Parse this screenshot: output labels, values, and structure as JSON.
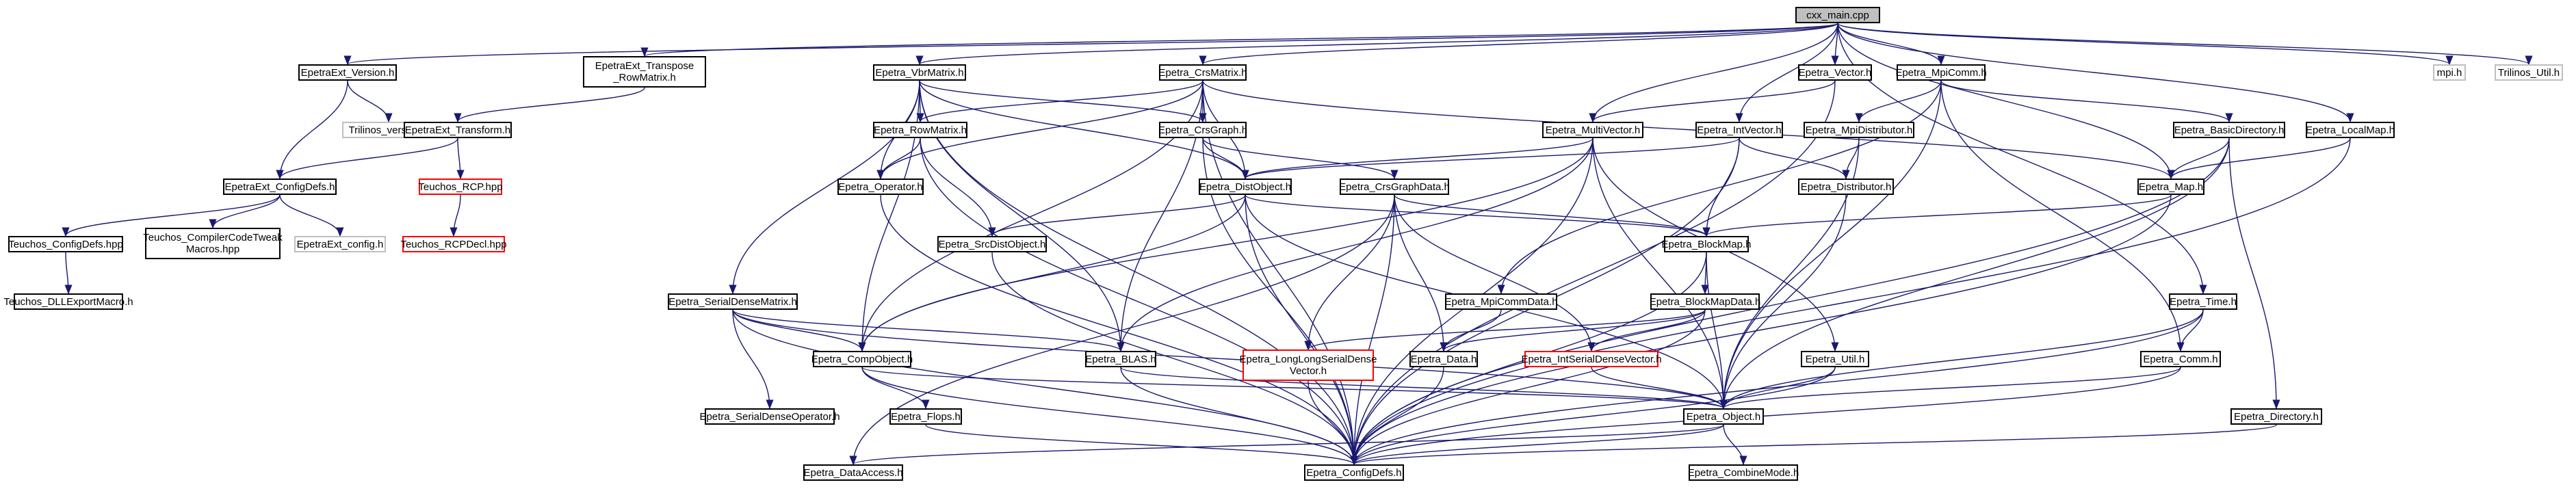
{
  "diagram": {
    "colors": {
      "edge": "#191970",
      "box": "#000000",
      "missing": "#bfbfbf",
      "cycle": "#ff0000",
      "root_fill": "#bfbfbf"
    },
    "nodes": {
      "root": "cxx_main.cpp",
      "ext_version": "EpetraExt_Version.h",
      "ext_transpose": "EpetraExt_Transpose\n_RowMatrix.h",
      "vbr": "Epetra_VbrMatrix.h",
      "crs": "Epetra_CrsMatrix.h",
      "vector": "Epetra_Vector.h",
      "mpicomm": "Epetra_MpiComm.h",
      "mpi": "mpi.h",
      "trilinos_util": "Trilinos_Util.h",
      "trilinos_version": "Trilinos_version.h",
      "ext_transform": "EpetraExt_Transform.h",
      "crsgraph": "Epetra_CrsGraph.h",
      "rowmatrix": "Epetra_RowMatrix.h",
      "multivector": "Epetra_MultiVector.h",
      "intvector": "Epetra_IntVector.h",
      "mpidistributor": "Epetra_MpiDistributor.h",
      "basicdirectory": "Epetra_BasicDirectory.h",
      "localmap": "Epetra_LocalMap.h",
      "ext_configdefs": "EpetraExt_ConfigDefs.h",
      "teuchos_rcp": "Teuchos_RCP.hpp",
      "operator": "Epetra_Operator.h",
      "distobject": "Epetra_DistObject.h",
      "crsgraphdata": "Epetra_CrsGraphData.h",
      "distributor": "Epetra_Distributor.h",
      "map": "Epetra_Map.h",
      "teuchos_configdefs": "Teuchos_ConfigDefs.hpp",
      "compilercodetweak": "Teuchos_CompilerCodeTweak\nMacros.hpp",
      "ext_config": "EpetraExt_config.h",
      "rcpdecl": "Teuchos_RCPDecl.hpp",
      "srcdistobject": "Epetra_SrcDistObject.h",
      "blockmap": "Epetra_BlockMap.h",
      "dllexport": "Teuchos_DLLExportMacro.h",
      "serialdensematrix": "Epetra_SerialDenseMatrix.h",
      "mpicommdata": "Epetra_MpiCommData.h",
      "blockmapdata": "Epetra_BlockMapData.h",
      "time": "Epetra_Time.h",
      "compobject": "Epetra_CompObject.h",
      "blas": "Epetra_BLAS.h",
      "longlong": "Epetra_LongLongSerialDense\nVector.h",
      "data": "Epetra_Data.h",
      "intserialdense": "Epetra_IntSerialDenseVector.h",
      "util": "Epetra_Util.h",
      "comm": "Epetra_Comm.h",
      "serialdenseoperator": "Epetra_SerialDenseOperator.h",
      "flops": "Epetra_Flops.h",
      "object": "Epetra_Object.h",
      "directory": "Epetra_Directory.h",
      "dataaccess": "Epetra_DataAccess.h",
      "configdefs": "Epetra_ConfigDefs.h",
      "combinemode": "Epetra_CombineMode.h"
    }
  }
}
